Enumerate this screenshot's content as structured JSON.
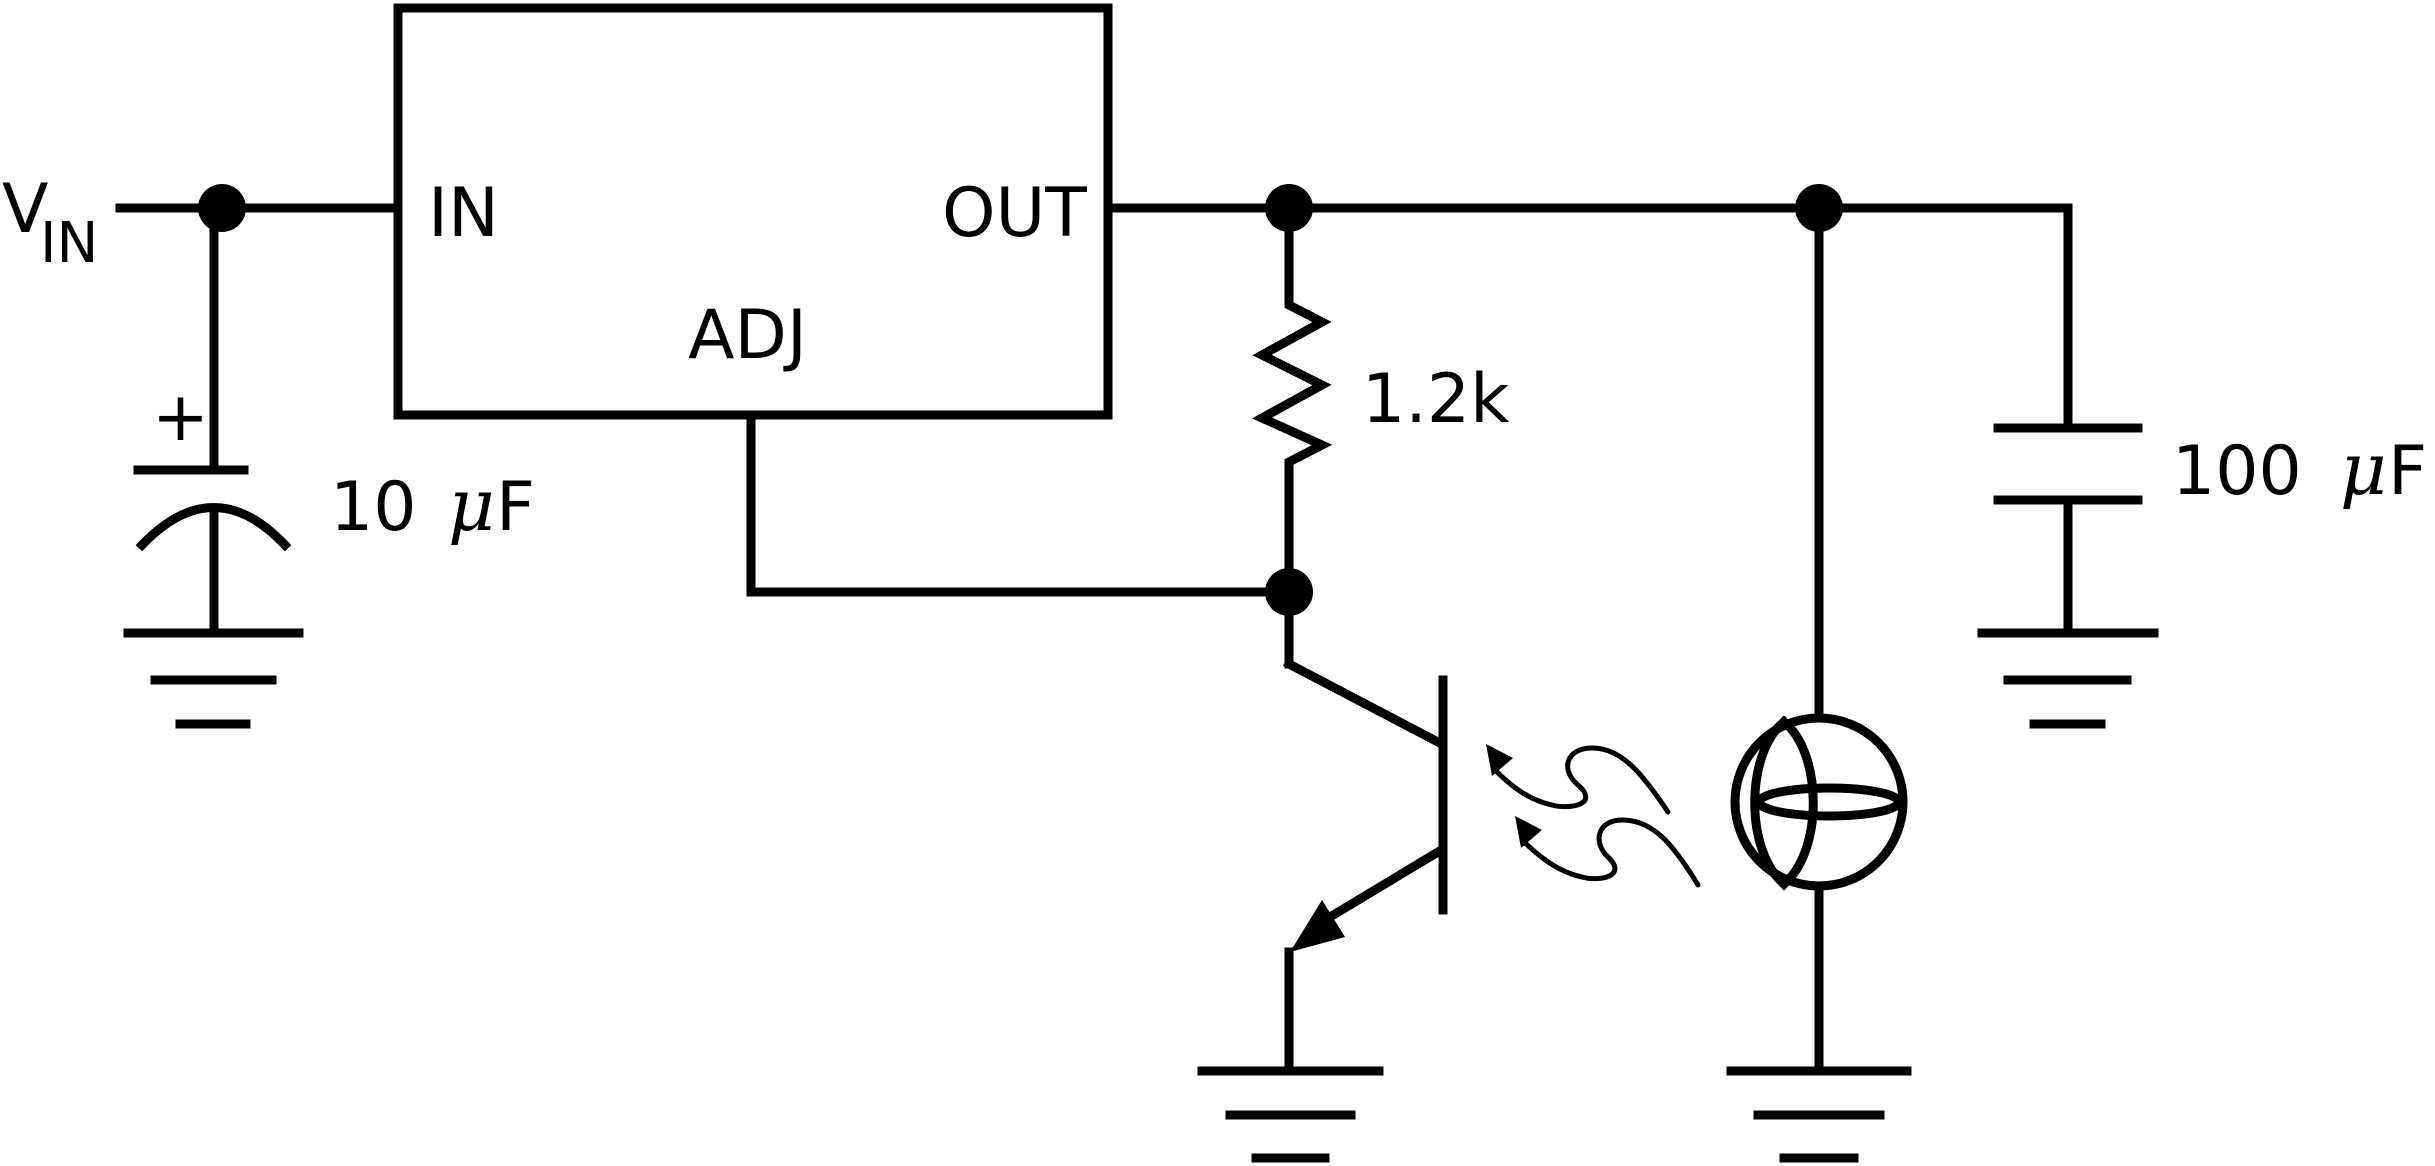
{
  "labels": {
    "vin_main": "V",
    "vin_sub": "IN",
    "pin_in": "IN",
    "pin_out": "OUT",
    "pin_adj": "ADJ",
    "resistor": "1.2k",
    "cap_input_value": "10",
    "cap_input_unit_mu": "μ",
    "cap_input_unit_f": "F",
    "cap_input_polarity": "+",
    "cap_output_value": "100",
    "cap_output_unit_mu": "μ",
    "cap_output_unit_f": "F"
  },
  "colors": {
    "ink": "#000000",
    "background": "#ffffff"
  },
  "icons": {
    "regulator": "regulator-block",
    "resistor": "resistor-zigzag",
    "input_cap": "polarized-capacitor",
    "output_cap": "capacitor",
    "transistor": "phototransistor",
    "source": "current-source",
    "ground": "ground-icon",
    "light": "light-arrow-icon"
  }
}
